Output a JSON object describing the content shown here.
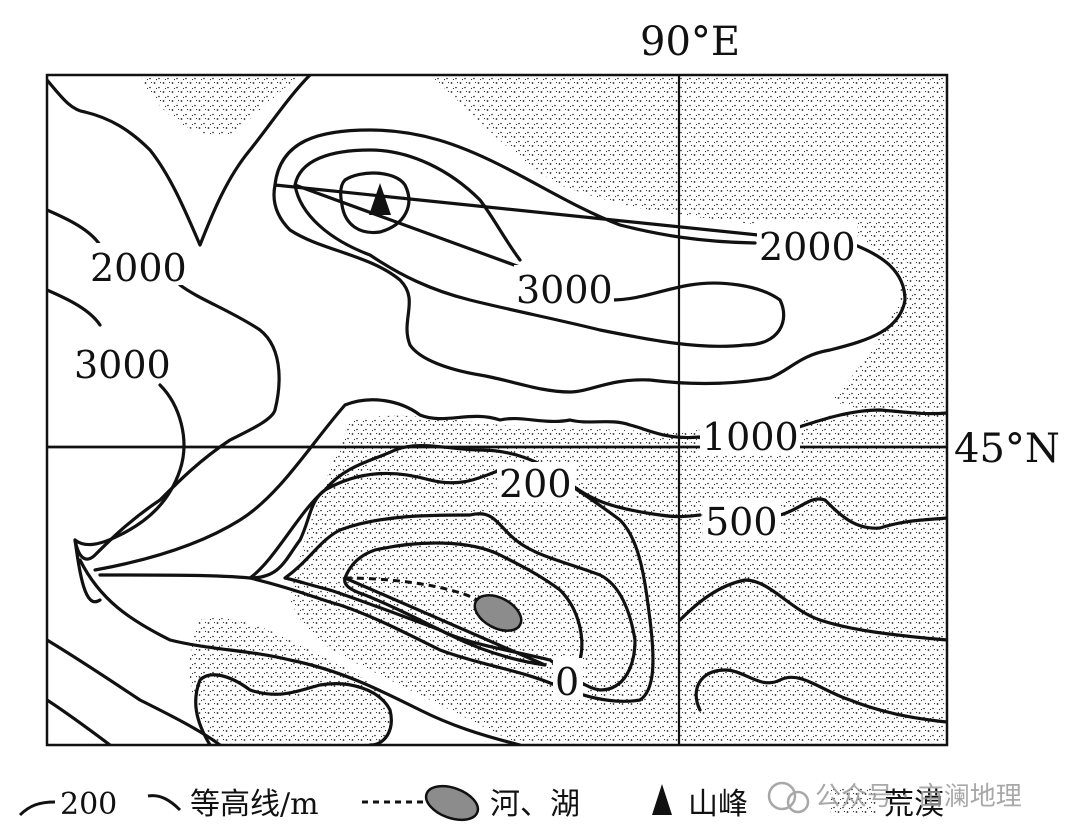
{
  "map": {
    "meridian_label": "90°E",
    "parallel_label": "45°N",
    "contour_labels": [
      {
        "id": "2000-west",
        "text": "2000"
      },
      {
        "id": "3000-west",
        "text": "3000"
      },
      {
        "id": "3000-center",
        "text": "3000"
      },
      {
        "id": "2000-east",
        "text": "2000"
      },
      {
        "id": "1000",
        "text": "1000"
      },
      {
        "id": "200",
        "text": "200"
      },
      {
        "id": "500",
        "text": "500"
      },
      {
        "id": "0",
        "text": "0"
      }
    ]
  },
  "legend": {
    "contour_sample": "200",
    "contour_text": "等高线/m",
    "river_lake_text": "河、湖",
    "peak_text": "山峰",
    "desert_text": "荒漠"
  },
  "watermark": {
    "text": "公众号 · 亩澜地理"
  },
  "colors": {
    "ink": "#111111",
    "lake_fill": "#8c8c8c",
    "watermark": "#9a9a9a"
  }
}
